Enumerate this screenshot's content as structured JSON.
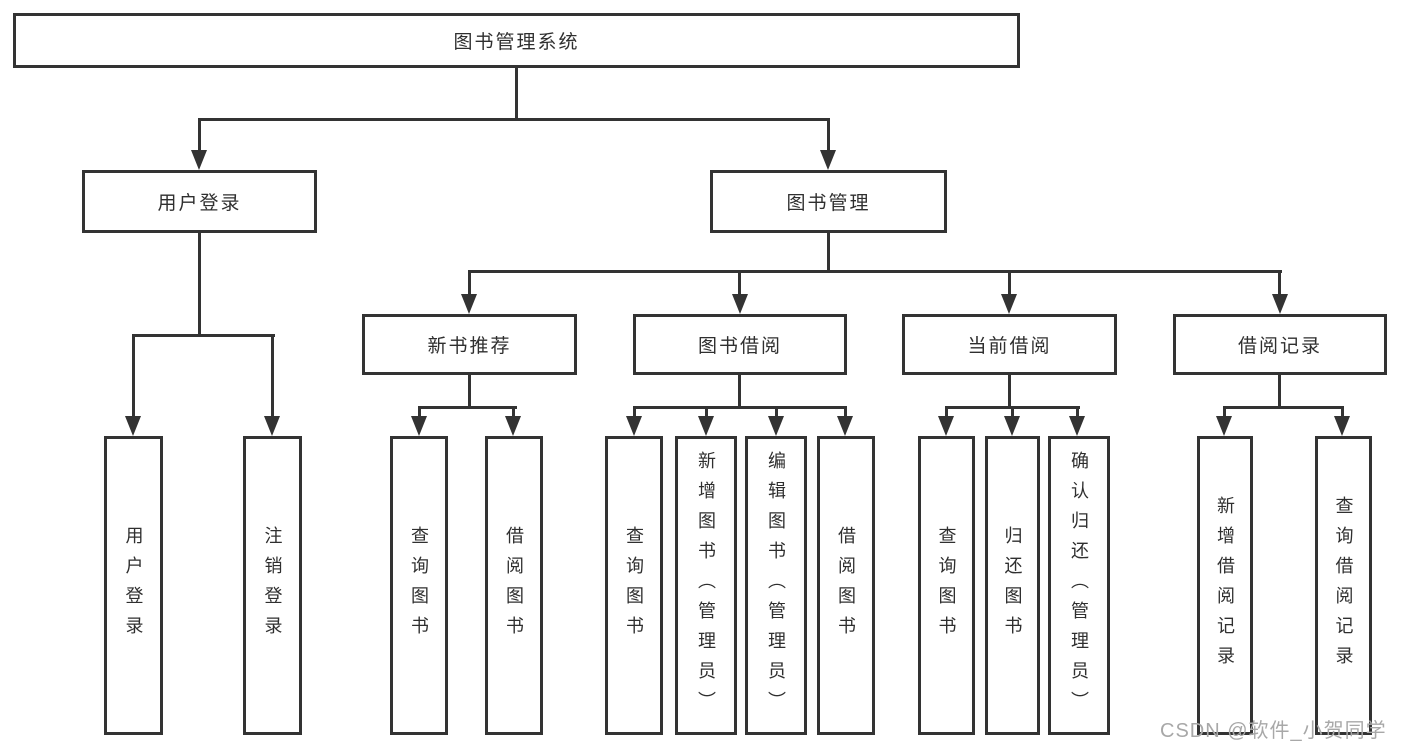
{
  "tree": {
    "label": "图书管理系统",
    "children": [
      {
        "label": "用户登录",
        "children": [
          {
            "label": "用户登录"
          },
          {
            "label": "注销登录"
          }
        ]
      },
      {
        "label": "图书管理",
        "children": [
          {
            "label": "新书推荐",
            "children": [
              {
                "label": "查询图书"
              },
              {
                "label": "借阅图书"
              }
            ]
          },
          {
            "label": "图书借阅",
            "children": [
              {
                "label": "查询图书"
              },
              {
                "label": "新增图书（管理员）"
              },
              {
                "label": "编辑图书（管理员）"
              },
              {
                "label": "借阅图书"
              }
            ]
          },
          {
            "label": "当前借阅",
            "children": [
              {
                "label": "查询图书"
              },
              {
                "label": "归还图书"
              },
              {
                "label": "确认归还（管理员）"
              }
            ]
          },
          {
            "label": "借阅记录",
            "children": [
              {
                "label": "新增借阅记录"
              },
              {
                "label": "查询借阅记录"
              }
            ]
          }
        ]
      }
    ]
  },
  "watermark": "CSDN @软件_小贺同学",
  "colors": {
    "line": "#333333",
    "text": "#2f2f2f",
    "background": "#ffffff",
    "watermark": "#a8a8a8"
  }
}
